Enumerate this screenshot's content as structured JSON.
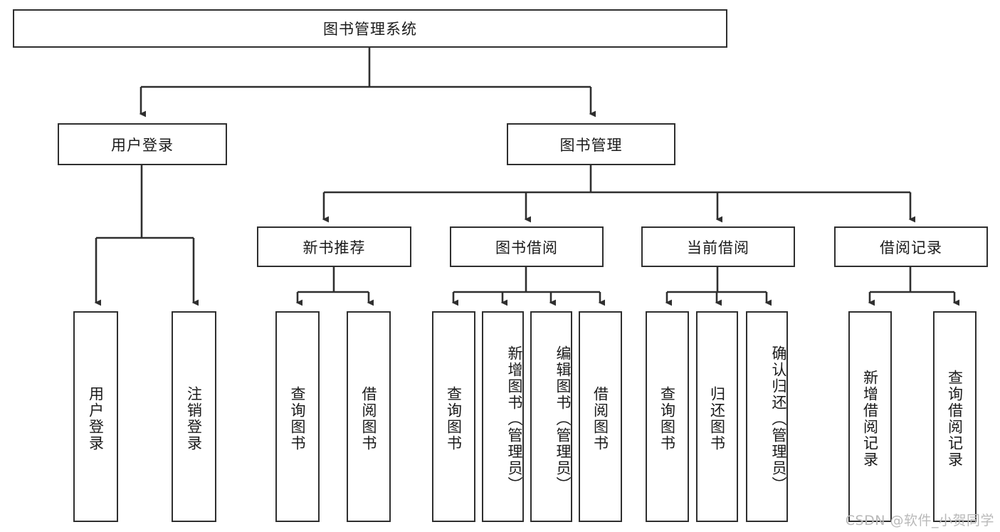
{
  "diagram": {
    "type": "tree-hierarchy",
    "title": "图书管理系统",
    "watermark": "CSDN @软件_小贺同学",
    "colors": {
      "stroke": "#2f2f2f",
      "fill": "#ffffff",
      "text": "#1a1a1a",
      "watermark": "#b9b9b9"
    },
    "root": {
      "label": "图书管理系统"
    },
    "level2": [
      {
        "label": "用户登录"
      },
      {
        "label": "图书管理"
      }
    ],
    "level3": [
      {
        "label": "新书推荐"
      },
      {
        "label": "图书借阅"
      },
      {
        "label": "当前借阅"
      },
      {
        "label": "借阅记录"
      }
    ],
    "leaves": {
      "user_login": [
        {
          "label": "用户登录"
        },
        {
          "label": "注销登录"
        }
      ],
      "new_book": [
        {
          "label": "查询图书"
        },
        {
          "label": "借阅图书"
        }
      ],
      "book_borrow": [
        {
          "label": "查询图书"
        },
        {
          "label": "新增图书（管理员）"
        },
        {
          "label": "编辑图书（管理员）"
        },
        {
          "label": "借阅图书"
        }
      ],
      "current_borrow": [
        {
          "label": "查询图书"
        },
        {
          "label": "归还图书"
        },
        {
          "label": "确认归还（管理员）"
        }
      ],
      "borrow_record": [
        {
          "label": "新增借阅记录"
        },
        {
          "label": "查询借阅记录"
        }
      ]
    }
  }
}
